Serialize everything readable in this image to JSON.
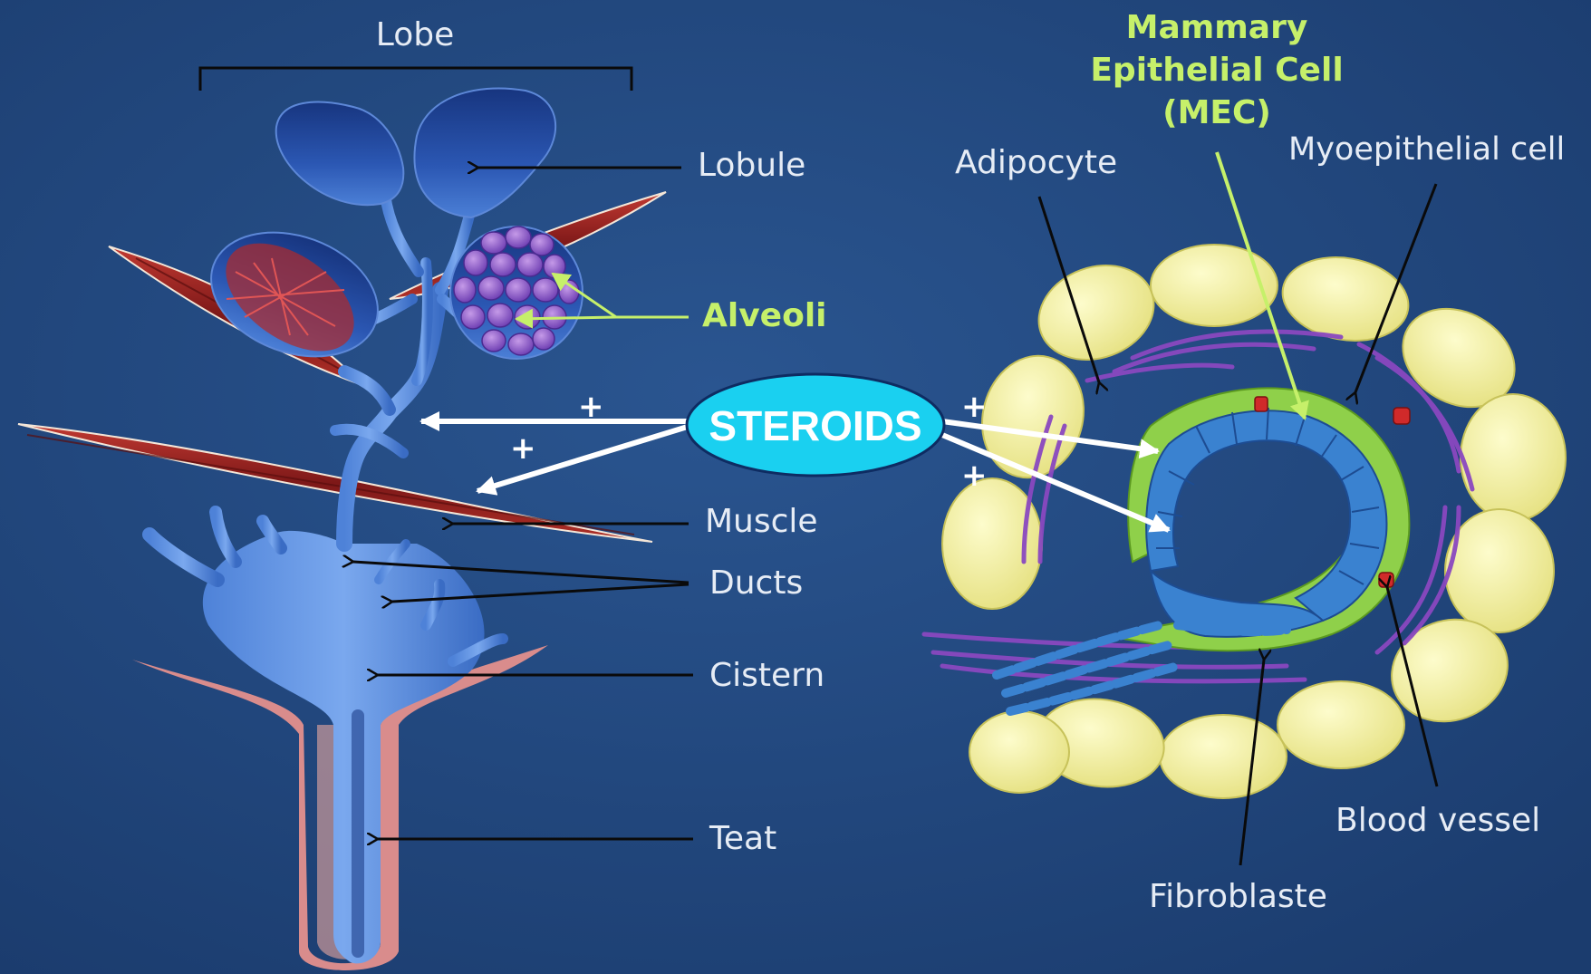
{
  "left_diagram": {
    "labels": {
      "lobe": "Lobe",
      "lobule": "Lobule",
      "alveoli": "Alveoli",
      "muscle": "Muscle",
      "ducts": "Ducts",
      "cistern": "Cistern",
      "teat": "Teat"
    }
  },
  "center": {
    "steroids": "STEROIDS",
    "plus_sign": "+"
  },
  "right_diagram": {
    "labels": {
      "mec_line1": "Mammary",
      "mec_line2": "Epithelial Cell",
      "mec_line3": "(MEC)",
      "adipocyte": "Adipocyte",
      "myoepithelial_cell": "Myoepithelial cell",
      "blood_vessel": "Blood vessel",
      "fibroblaste": "Fibroblaste"
    }
  },
  "colors": {
    "background": "#1f4379",
    "label_text": "#e6ecf5",
    "highlight_green": "#c6f06a",
    "steroids_ellipse": "#1ad0f0",
    "adipocyte_yellow": "#f3f0a0",
    "epithelial_blue": "#3a82d0",
    "muscle_red": "#9a2222",
    "alveoli_purple": "#8a58c8",
    "teat_pink": "#d98c8c"
  }
}
